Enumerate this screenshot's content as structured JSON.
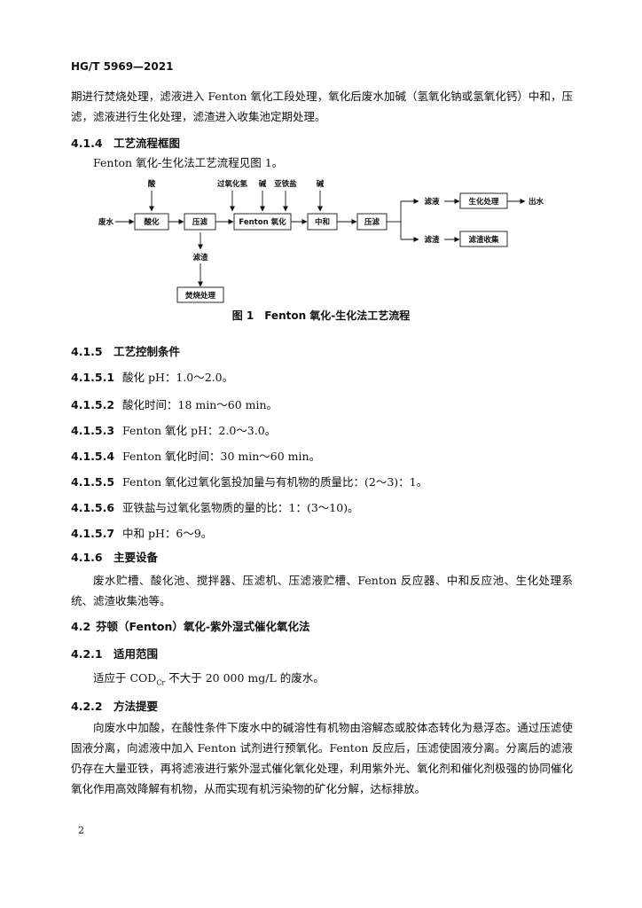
{
  "header": {
    "standard_code": "HG/T 5969—2021"
  },
  "intro_paragraph": "期进行焚烧处理，滤液进入 Fenton 氧化工段处理，氧化后废水加碱（氢氧化钠或氢氧化钙）中和，压滤，滤液进行生化处理，滤渣进入收集池定期处理。",
  "section_414": {
    "number": "4.1.4",
    "title": "工艺流程框图",
    "text": "Fenton 氧化-生化法工艺流程见图 1。"
  },
  "flowchart": {
    "input_acid": "酸",
    "input_h2o2": "过氧化氢",
    "input_alkali_1": "碱",
    "input_ferrous": "亚铁盐",
    "input_alkali_2": "碱",
    "wastewater": "废水",
    "box_acidify": "酸化",
    "box_press_1": "压滤",
    "box_fenton": "Fenton 氧化",
    "box_neutral": "中和",
    "box_press_2": "压滤",
    "filtrate": "滤液",
    "box_bio": "生化处理",
    "output_water": "出水",
    "residue_right": "滤渣",
    "box_collect": "滤渣收集",
    "residue_left": "滤渣",
    "box_incinerate": "焚烧处理"
  },
  "figure_caption": "图 1　Fenton 氧化-生化法工艺流程",
  "section_415": {
    "number": "4.1.5",
    "title": "工艺控制条件",
    "items": [
      {
        "num": "4.1.5.1",
        "text": "酸化 pH：1.0～2.0。"
      },
      {
        "num": "4.1.5.2",
        "text": "酸化时间：18 min～60 min。"
      },
      {
        "num": "4.1.5.3",
        "text": "Fenton 氧化 pH：2.0～3.0。"
      },
      {
        "num": "4.1.5.4",
        "text": "Fenton 氧化时间：30 min～60 min。"
      },
      {
        "num": "4.1.5.5",
        "text": "Fenton 氧化过氧化氢投加量与有机物的质量比：(2～3)：1。"
      },
      {
        "num": "4.1.5.6",
        "text": "亚铁盐与过氧化氢物质的量的比：1：(3～10)。"
      },
      {
        "num": "4.1.5.7",
        "text": "中和 pH：6～9。"
      }
    ]
  },
  "section_416": {
    "number": "4.1.6",
    "title": "主要设备",
    "text": "废水贮槽、酸化池、搅拌器、压滤机、压滤液贮槽、Fenton 反应器、中和反应池、生化处理系统、滤渣收集池等。"
  },
  "section_42": {
    "number": "4.2",
    "title": "芬顿（Fenton）氧化-紫外湿式催化氧化法"
  },
  "section_421": {
    "number": "4.2.1",
    "title": "适用范围",
    "text_before": "适应于 COD",
    "subscript": "Cr",
    "text_after": " 不大于 20 000 mg/L 的废水。"
  },
  "section_422": {
    "number": "4.2.2",
    "title": "方法提要",
    "text": "向废水中加酸，在酸性条件下废水中的碱溶性有机物由溶解态或胶体态转化为悬浮态。通过压滤使固液分离，向滤液中加入 Fenton 试剂进行预氧化。Fenton 反应后，压滤使固液分离。分离后的滤液仍存在大量亚铁，再将滤液进行紫外湿式催化氧化处理，利用紫外光、氧化剂和催化剂极强的协同催化氧化作用高效降解有机物，从而实现有机污染物的矿化分解，达标排放。"
  },
  "footer": {
    "page_number": "2"
  }
}
